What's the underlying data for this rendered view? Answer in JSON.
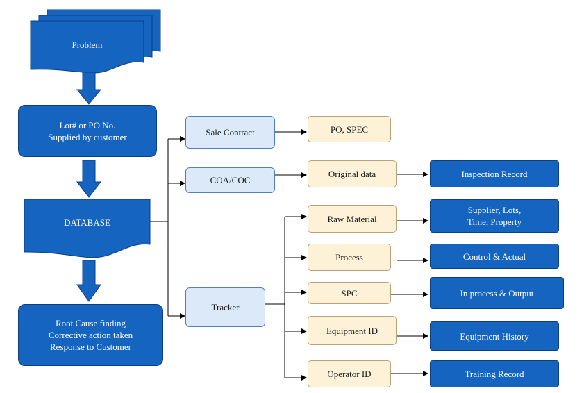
{
  "nodes": {
    "problem": "Problem",
    "lot_po": "Lot# or  PO No.\nSupplied by customer",
    "database": "DATABASE",
    "root_cause": "Root Cause finding\nCorrective action taken\nResponse to Customer",
    "sale_contract": "Sale Contract",
    "coa_coc": "COA/COC",
    "tracker": "Tracker",
    "po_spec": "PO, SPEC",
    "original_data": "Original data",
    "raw_material": "Raw Material",
    "process": "Process",
    "spc": "SPC",
    "equipment_id": "Equipment ID",
    "operator_id": "Operator ID",
    "inspection_record": "Inspection Record",
    "supplier_lots": "Supplier, Lots,\nTime, Property",
    "control_actual": "Control & Actual",
    "in_process_output": "In process & Output",
    "equipment_history": "Equipment History",
    "training_record": "Training Record"
  },
  "colors": {
    "primary": "#1565c0",
    "secondary": "#dce9f8",
    "tertiary": "#fdf1d8",
    "connector": "#000000"
  }
}
